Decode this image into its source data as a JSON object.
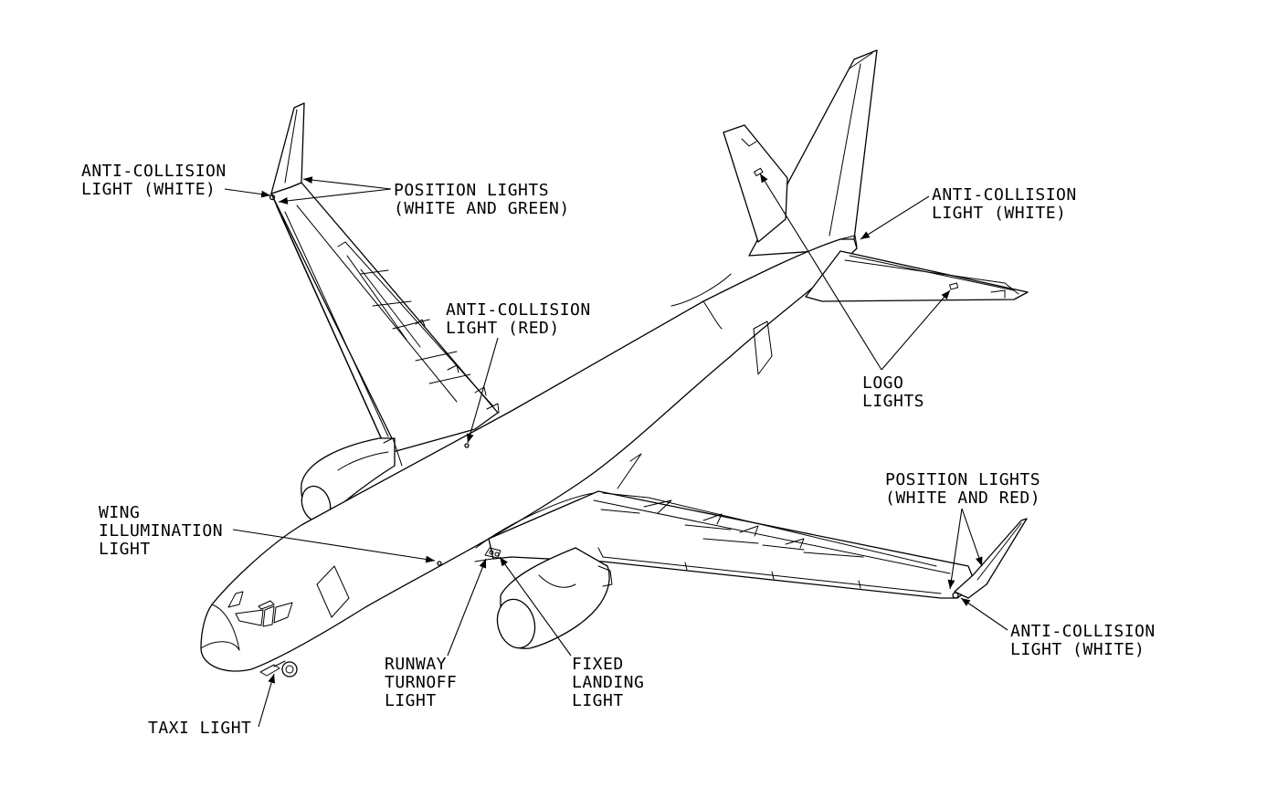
{
  "labels": {
    "ac_white_left": [
      "ANTI-COLLISION",
      "LIGHT (WHITE)"
    ],
    "position_left": [
      "POSITION LIGHTS",
      "(WHITE AND GREEN)"
    ],
    "ac_white_tail": [
      "ANTI-COLLISION",
      "LIGHT (WHITE)"
    ],
    "ac_red": [
      "ANTI-COLLISION",
      "LIGHT (RED)"
    ],
    "logo": [
      "LOGO",
      "LIGHTS"
    ],
    "position_right": [
      "POSITION LIGHTS",
      "(WHITE AND RED)"
    ],
    "wing_illum": [
      "WING",
      "ILLUMINATION",
      "LIGHT"
    ],
    "runway": [
      "RUNWAY",
      "TURNOFF",
      "LIGHT"
    ],
    "landing": [
      "FIXED",
      "LANDING",
      "LIGHT"
    ],
    "ac_white_right": [
      "ANTI-COLLISION",
      "LIGHT (WHITE)"
    ],
    "taxi": [
      "TAXI LIGHT"
    ]
  }
}
